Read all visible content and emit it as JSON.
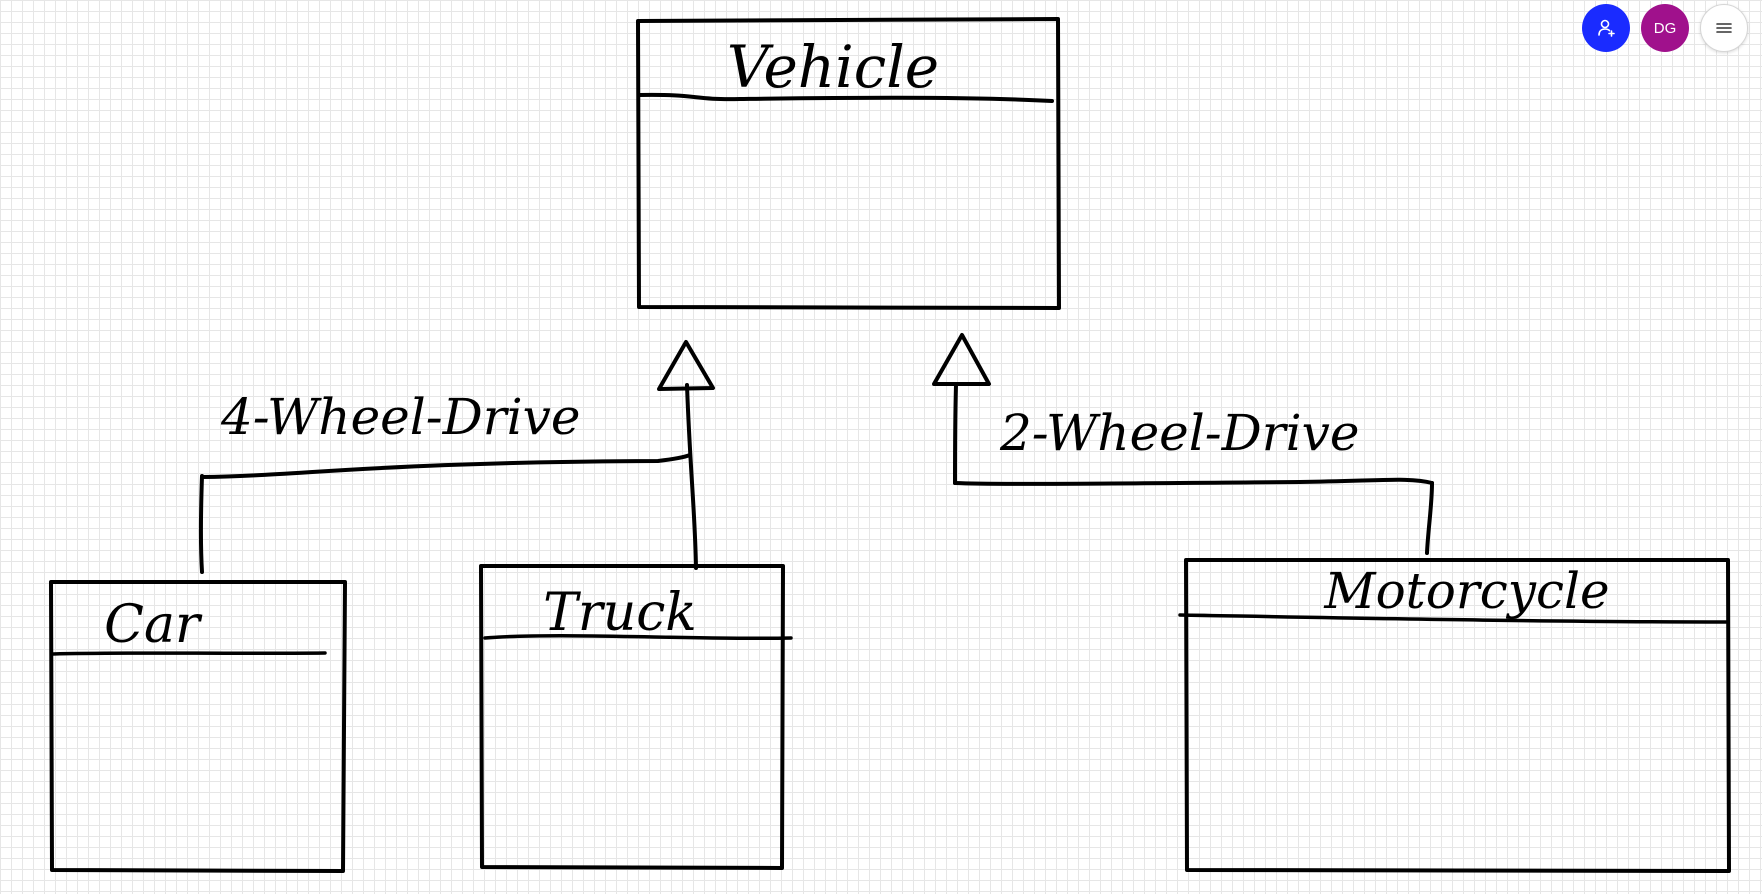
{
  "toolbar": {
    "share_icon": "person-add-icon",
    "user_initials": "DG",
    "menu_icon": "hamburger-menu-icon"
  },
  "colors": {
    "share_button": "#1a2bff",
    "avatar": "#a0118c",
    "grid_line": "#e6e6e6",
    "ink": "#000000"
  },
  "diagram": {
    "classes": {
      "vehicle": "Vehicle",
      "car": "Car",
      "truck": "Truck",
      "motorcycle": "Motorcycle"
    },
    "labels": {
      "four_wheel": "4-Wheel-Drive",
      "two_wheel": "2-Wheel-Drive"
    }
  }
}
